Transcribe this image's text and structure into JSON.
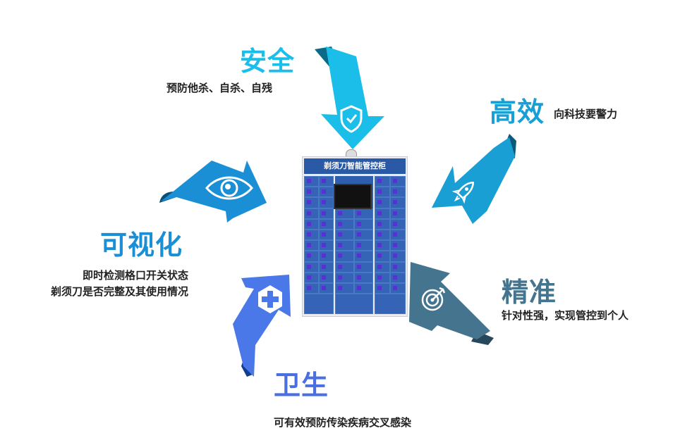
{
  "cabinet": {
    "title": "剃须刀智能管控柜"
  },
  "features": [
    {
      "title": "安全",
      "desc": "预防他杀、自杀、自残",
      "color": "#1bbde9",
      "icon": "shield-check-icon"
    },
    {
      "title": "高效",
      "desc": "向科技要警力",
      "color": "#1a9fd4",
      "icon": "rocket-icon"
    },
    {
      "title": "可视化",
      "desc_lines": [
        "即时检测格口开关状态",
        "剃须刀是否完整及其使用情况"
      ],
      "color": "#1a8fd6",
      "icon": "eye-icon"
    },
    {
      "title": "精准",
      "desc": "针对性强，实现管控到个人",
      "color": "#45758e",
      "icon": "target-icon"
    },
    {
      "title": "卫生",
      "desc": "可有效预防传染疾病交叉感染",
      "color": "#4a6fe0",
      "icon": "medical-cross-icon"
    }
  ]
}
